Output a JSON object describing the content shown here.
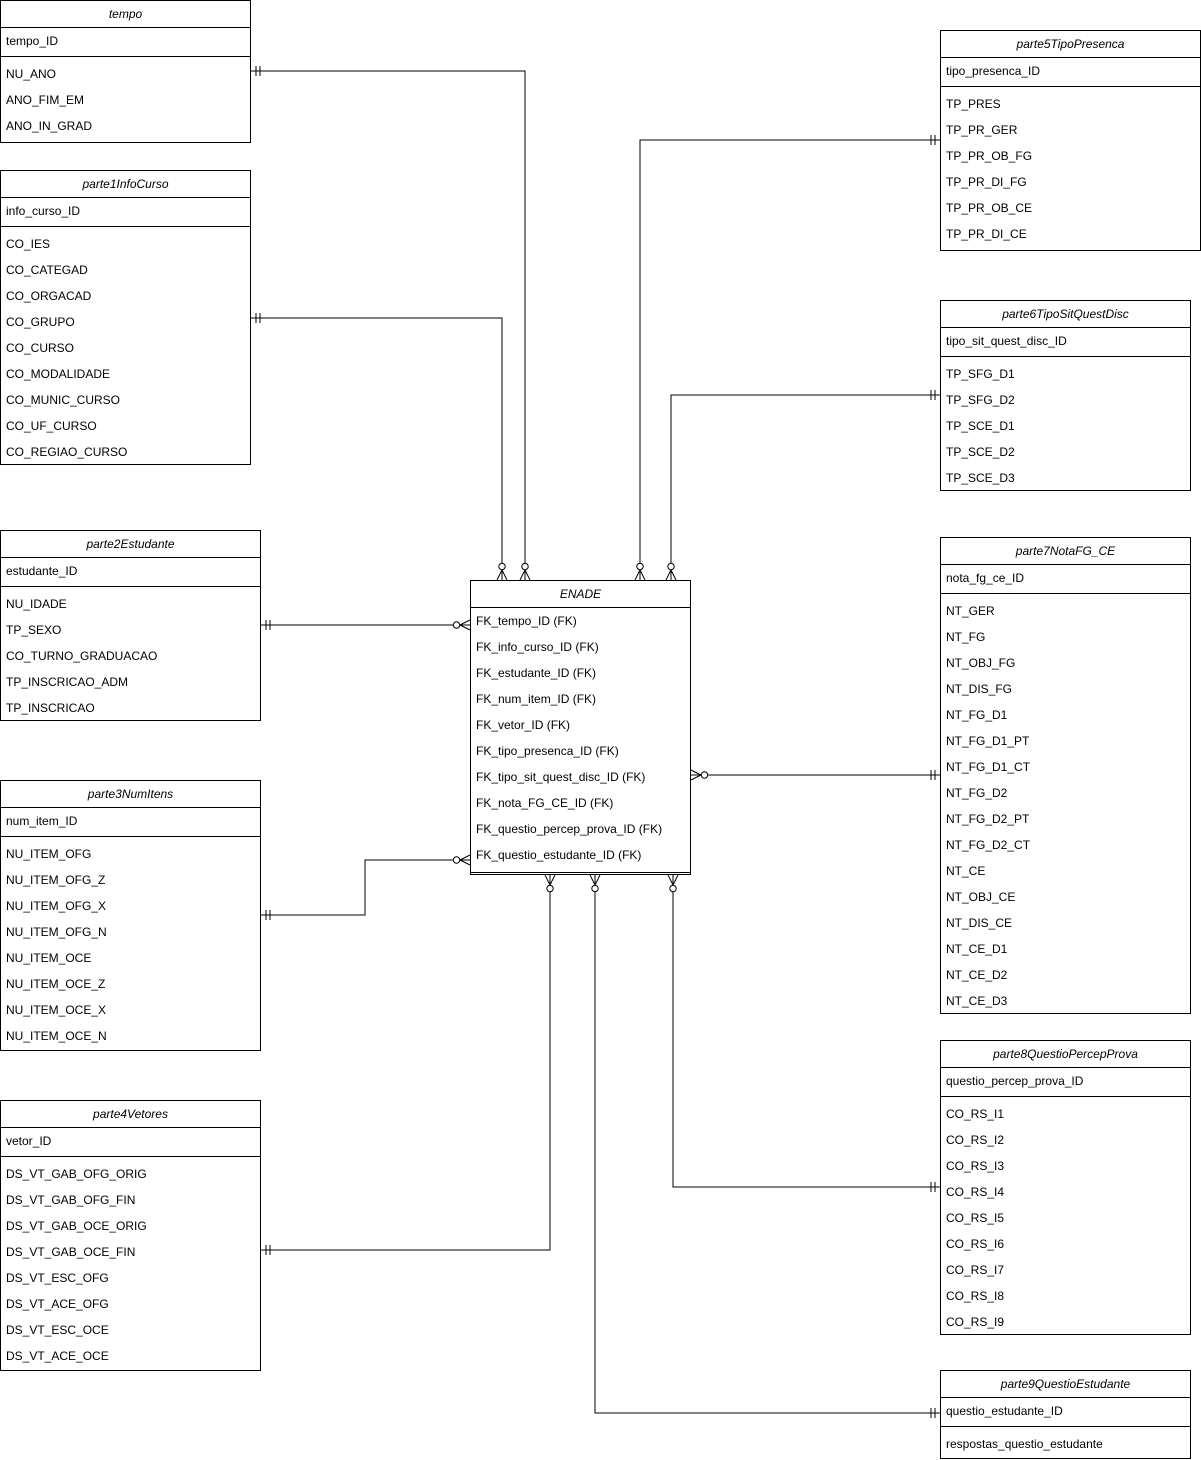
{
  "entities": {
    "tempo": {
      "title": "tempo",
      "pk": "tempo_ID",
      "attrs": [
        "NU_ANO",
        "ANO_FIM_EM",
        "ANO_IN_GRAD"
      ]
    },
    "infocurso": {
      "title": "parte1InfoCurso",
      "pk": "info_curso_ID",
      "attrs": [
        "CO_IES",
        "CO_CATEGAD",
        "CO_ORGACAD",
        "CO_GRUPO",
        "CO_CURSO",
        "CO_MODALIDADE",
        "CO_MUNIC_CURSO",
        "CO_UF_CURSO",
        "CO_REGIAO_CURSO"
      ]
    },
    "estudante": {
      "title": "parte2Estudante",
      "pk": "estudante_ID",
      "attrs": [
        "NU_IDADE",
        "TP_SEXO",
        "CO_TURNO_GRADUACAO",
        "TP_INSCRICAO_ADM",
        "TP_INSCRICAO"
      ]
    },
    "numitens": {
      "title": "parte3NumItens",
      "pk": "num_item_ID",
      "attrs": [
        "NU_ITEM_OFG",
        "NU_ITEM_OFG_Z",
        "NU_ITEM_OFG_X",
        "NU_ITEM_OFG_N",
        "NU_ITEM_OCE",
        "NU_ITEM_OCE_Z",
        "NU_ITEM_OCE_X",
        "NU_ITEM_OCE_N"
      ]
    },
    "vetores": {
      "title": "parte4Vetores",
      "pk": "vetor_ID",
      "attrs": [
        "DS_VT_GAB_OFG_ORIG",
        "DS_VT_GAB_OFG_FIN",
        "DS_VT_GAB_OCE_ORIG",
        "DS_VT_GAB_OCE_FIN",
        "DS_VT_ESC_OFG",
        "DS_VT_ACE_OFG",
        "DS_VT_ESC_OCE",
        "DS_VT_ACE_OCE"
      ]
    },
    "tipopresenca": {
      "title": "parte5TipoPresenca",
      "pk": "tipo_presenca_ID",
      "attrs": [
        "TP_PRES",
        "TP_PR_GER",
        "TP_PR_OB_FG",
        "TP_PR_DI_FG",
        "TP_PR_OB_CE",
        "TP_PR_DI_CE"
      ]
    },
    "tiposit": {
      "title": "parte6TipoSitQuestDisc",
      "pk": "tipo_sit_quest_disc_ID",
      "attrs": [
        "TP_SFG_D1",
        "TP_SFG_D2",
        "TP_SCE_D1",
        "TP_SCE_D2",
        "TP_SCE_D3"
      ]
    },
    "notafgce": {
      "title": "parte7NotaFG_CE",
      "pk": "nota_fg_ce_ID",
      "attrs": [
        "NT_GER",
        "NT_FG",
        "NT_OBJ_FG",
        "NT_DIS_FG",
        "NT_FG_D1",
        "NT_FG_D1_PT",
        "NT_FG_D1_CT",
        "NT_FG_D2",
        "NT_FG_D2_PT",
        "NT_FG_D2_CT",
        "NT_CE",
        "NT_OBJ_CE",
        "NT_DIS_CE",
        "NT_CE_D1",
        "NT_CE_D2",
        "NT_CE_D3"
      ]
    },
    "percepprova": {
      "title": "parte8QuestioPercepProva",
      "pk": "questio_percep_prova_ID",
      "attrs": [
        "CO_RS_I1",
        "CO_RS_I2",
        "CO_RS_I3",
        "CO_RS_I4",
        "CO_RS_I5",
        "CO_RS_I6",
        "CO_RS_I7",
        "CO_RS_I8",
        "CO_RS_I9"
      ]
    },
    "questioestudante": {
      "title": "parte9QuestioEstudante",
      "pk": "questio_estudante_ID",
      "attrs": [
        "respostas_questio_estudante"
      ]
    },
    "enade": {
      "title": "ENADE",
      "attrs": [
        "FK_tempo_ID (FK)",
        "FK_info_curso_ID (FK)",
        "FK_estudante_ID (FK)",
        "FK_num_item_ID (FK)",
        "FK_vetor_ID (FK)",
        "FK_tipo_presenca_ID (FK)",
        "FK_tipo_sit_quest_disc_ID (FK)",
        "FK_nota_FG_CE_ID (FK)",
        "FK_questio_percep_prova_ID (FK)",
        "FK_questio_estudante_ID (FK)"
      ]
    }
  },
  "relationships": [
    {
      "from": "tempo",
      "to": "enade",
      "from_cardinality": "exactly-one",
      "to_cardinality": "zero-or-many"
    },
    {
      "from": "infocurso",
      "to": "enade",
      "from_cardinality": "exactly-one",
      "to_cardinality": "zero-or-many"
    },
    {
      "from": "estudante",
      "to": "enade",
      "from_cardinality": "exactly-one",
      "to_cardinality": "zero-or-many"
    },
    {
      "from": "numitens",
      "to": "enade",
      "from_cardinality": "exactly-one",
      "to_cardinality": "zero-or-many"
    },
    {
      "from": "vetores",
      "to": "enade",
      "from_cardinality": "exactly-one",
      "to_cardinality": "zero-or-many"
    },
    {
      "from": "tipopresenca",
      "to": "enade",
      "from_cardinality": "exactly-one",
      "to_cardinality": "zero-or-many"
    },
    {
      "from": "tiposit",
      "to": "enade",
      "from_cardinality": "exactly-one",
      "to_cardinality": "zero-or-many"
    },
    {
      "from": "notafgce",
      "to": "enade",
      "from_cardinality": "exactly-one",
      "to_cardinality": "zero-or-many"
    },
    {
      "from": "percepprova",
      "to": "enade",
      "from_cardinality": "exactly-one",
      "to_cardinality": "zero-or-many"
    },
    {
      "from": "questioestudante",
      "to": "enade",
      "from_cardinality": "exactly-one",
      "to_cardinality": "zero-or-many"
    }
  ]
}
